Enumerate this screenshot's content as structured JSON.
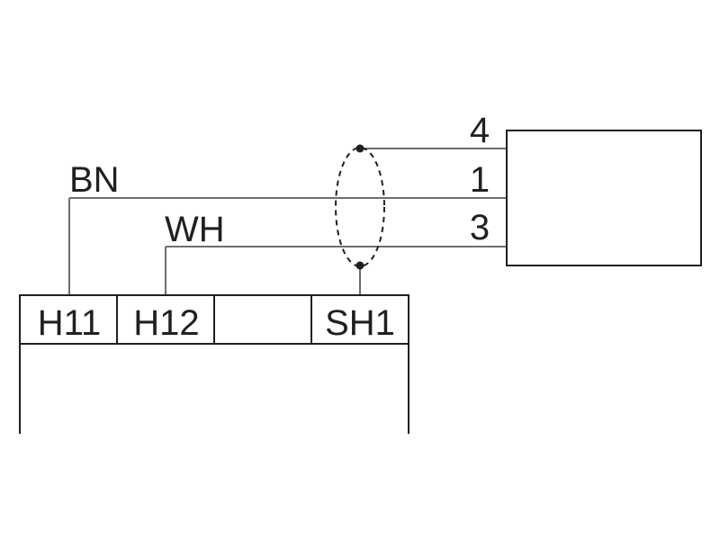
{
  "diagram": {
    "wire_labels": {
      "bn": "BN",
      "wh": "WH"
    },
    "pin_labels": {
      "pin_4": "4",
      "pin_1": "1",
      "pin_3": "3"
    },
    "terminals": [
      "H11",
      "H12",
      "",
      "SH1"
    ],
    "colors": {
      "line": "#231f20",
      "wire": "#6d6e71"
    }
  }
}
